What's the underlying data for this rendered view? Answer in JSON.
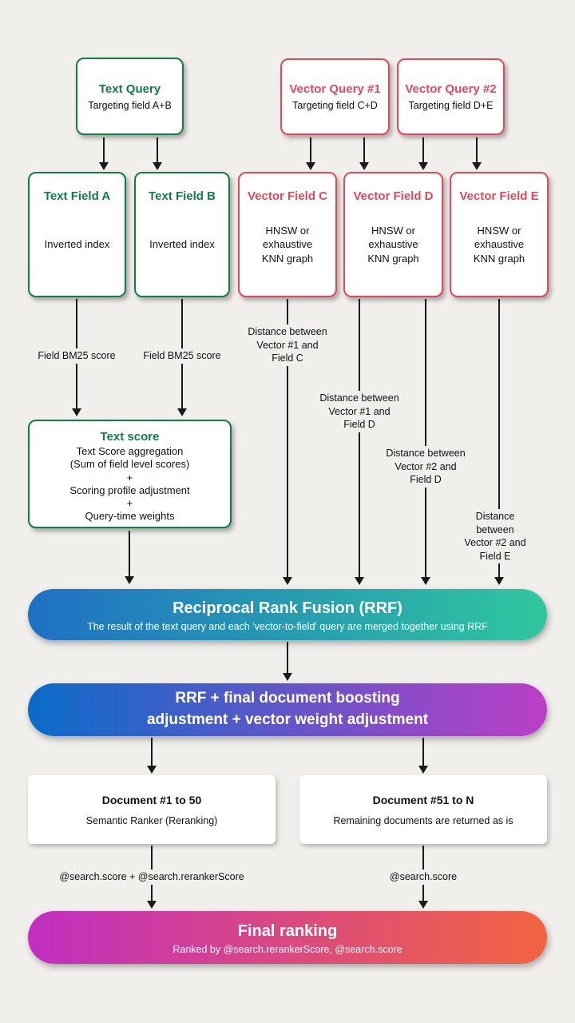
{
  "colors": {
    "bg": "#f1efec",
    "green": "#107e45",
    "red": "#e8465a",
    "rrf_from": "#1f70c4",
    "rrf_to": "#2fc79e",
    "boost_from": "#0a6cc8",
    "boost_to": "#bb3fc7",
    "final_from": "#c12ec1",
    "final_to": "#f26440",
    "arrow": "#1a1a1a"
  },
  "queries": [
    {
      "title": "Text Query",
      "subtitle": "Targeting field A+B"
    },
    {
      "title": "Vector Query #1",
      "subtitle": "Targeting field C+D"
    },
    {
      "title": "Vector Query #2",
      "subtitle": "Targeting field D+E"
    }
  ],
  "fields": [
    {
      "title": "Text Field A",
      "body": "Inverted index"
    },
    {
      "title": "Text Field B",
      "body": "Inverted index"
    },
    {
      "title": "Vector Field C",
      "body": "HNSW or\nexhaustive\nKNN graph"
    },
    {
      "title": "Vector Field D",
      "body": "HNSW or\nexhaustive\nKNN graph"
    },
    {
      "title": "Vector Field E",
      "body": "HNSW or\nexhaustive\nKNN graph"
    }
  ],
  "score_labels": [
    {
      "text": "Field BM25 score"
    },
    {
      "text": "Field BM25 score"
    },
    {
      "text": "Distance between\nVector #1 and\nField C"
    },
    {
      "text": "Distance between\nVector #1 and\nField D"
    },
    {
      "text": "Distance between\nVector #2 and\nField D"
    },
    {
      "text": "Distance between\nVector #2 and\nField E"
    }
  ],
  "text_score_box": {
    "title": "Text score",
    "body": "Text Score aggregation\n(Sum of field level scores)\n+\nScoring profile adjustment\n+\nQuery-time weights"
  },
  "rrf_bar": {
    "title": "Reciprocal Rank Fusion (RRF)",
    "subtitle": "The result of the text query and each 'vector-to-field' query are merged together using RRF"
  },
  "boost_bar": {
    "line1": "RRF + final document boosting",
    "line2": "adjustment + vector weight adjustment"
  },
  "documents": [
    {
      "title": "Document #1 to 50",
      "body": "Semantic Ranker (Reranking)",
      "score_label": "@search.score + @search.rerankerScore"
    },
    {
      "title": "Document #51 to N",
      "body": "Remaining documents are returned as is",
      "score_label": "@search.score"
    }
  ],
  "final_bar": {
    "title": "Final ranking",
    "subtitle": "Ranked by @search.rerankerScore, @search.score"
  }
}
